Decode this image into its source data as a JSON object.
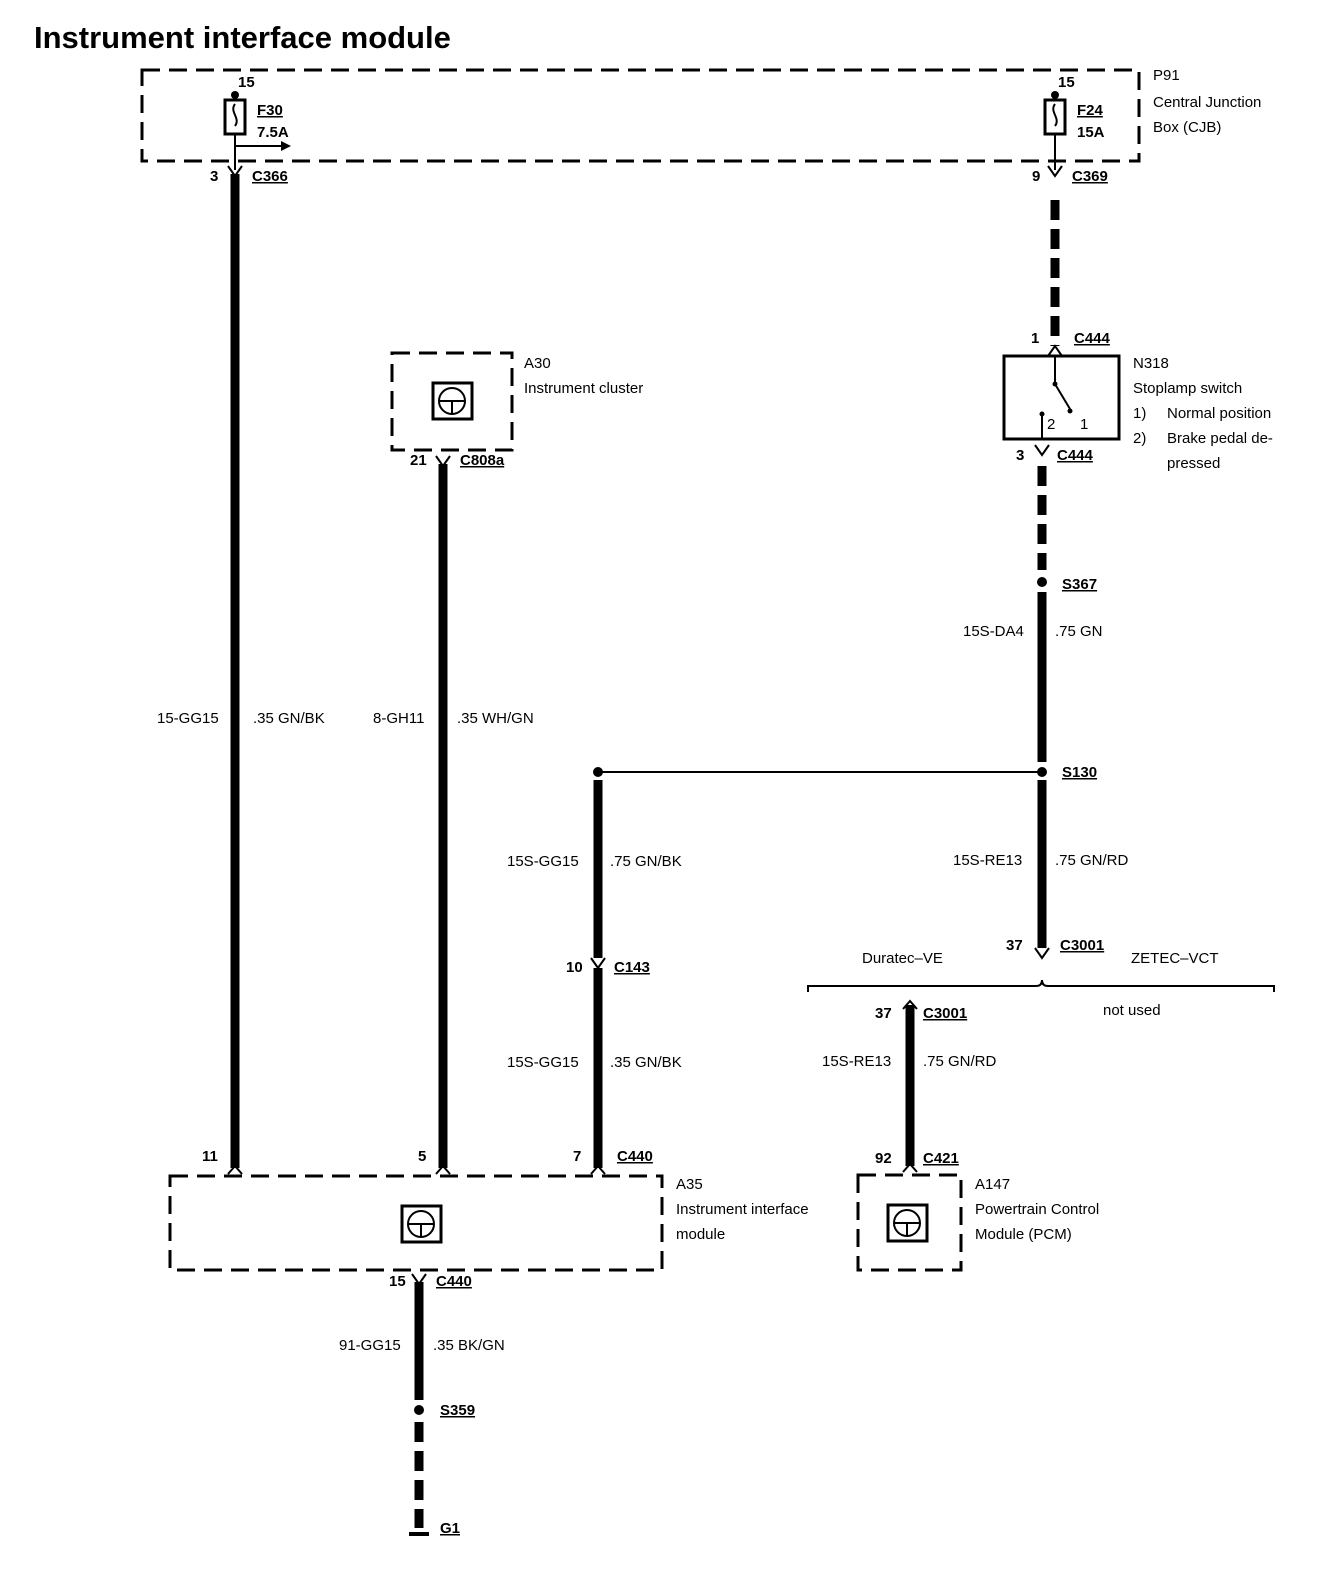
{
  "title": "Instrument interface module",
  "cjb": {
    "ref": "P91",
    "name_line1": "Central Junction",
    "name_line2": "Box (CJB)",
    "fuse_left": {
      "terminal": "15",
      "name": "F30",
      "rating": "7.5A"
    },
    "fuse_right": {
      "terminal": "15",
      "name": "F24",
      "rating": "15A"
    }
  },
  "connectors": {
    "c366": {
      "pin": "3",
      "name": "C366"
    },
    "c369": {
      "pin": "9",
      "name": "C369"
    },
    "c808a": {
      "pin": "21",
      "name": "C808a"
    },
    "c444_in": {
      "pin": "1",
      "name": "C444"
    },
    "c444_out": {
      "pin": "3",
      "name": "C444"
    },
    "c143": {
      "pin": "10",
      "name": "C143"
    },
    "c3001_top": {
      "pin": "37",
      "name": "C3001"
    },
    "c3001_bottom": {
      "pin": "37",
      "name": "C3001"
    },
    "c440_pin11": "11",
    "c440_pin5": "5",
    "c440_pin7": "7",
    "c440_top": "C440",
    "c440_bottom": {
      "pin": "15",
      "name": "C440"
    },
    "c421": {
      "pin": "92",
      "name": "C421"
    }
  },
  "splices": {
    "s367": "S367",
    "s130": "S130",
    "s359": "S359"
  },
  "ground": "G1",
  "components": {
    "a30": {
      "ref": "A30",
      "name": "Instrument cluster"
    },
    "n318": {
      "ref": "N318",
      "name": "Stoplamp switch",
      "note1_num": "1)",
      "note1_text": "Normal position",
      "note2_num": "2)",
      "note2_text_line1": "Brake pedal de-",
      "note2_text_line2": "pressed",
      "contact_a": "2",
      "contact_b": "1"
    },
    "a35": {
      "ref": "A35",
      "name_line1": "Instrument interface",
      "name_line2": "module"
    },
    "a147": {
      "ref": "A147",
      "name_line1": "Powertrain Control",
      "name_line2": "Module (PCM)"
    }
  },
  "wires": [
    {
      "circuit": "15-GG15",
      "spec": ".35 GN/BK"
    },
    {
      "circuit": "8-GH11",
      "spec": ".35 WH/GN"
    },
    {
      "circuit": "15S-DA4",
      "spec": ".75 GN"
    },
    {
      "circuit": "15S-GG15",
      "spec": ".75 GN/BK"
    },
    {
      "circuit": "15S-RE13",
      "spec": ".75 GN/RD"
    },
    {
      "circuit": "15S-GG15",
      "spec": ".35 GN/BK"
    },
    {
      "circuit": "15S-RE13",
      "spec": ".75 GN/RD"
    },
    {
      "circuit": "91-GG15",
      "spec": ".35 BK/GN"
    }
  ],
  "engine_variants": {
    "left": "Duratec–VE",
    "right": "ZETEC–VCT",
    "right_note": "not used"
  }
}
